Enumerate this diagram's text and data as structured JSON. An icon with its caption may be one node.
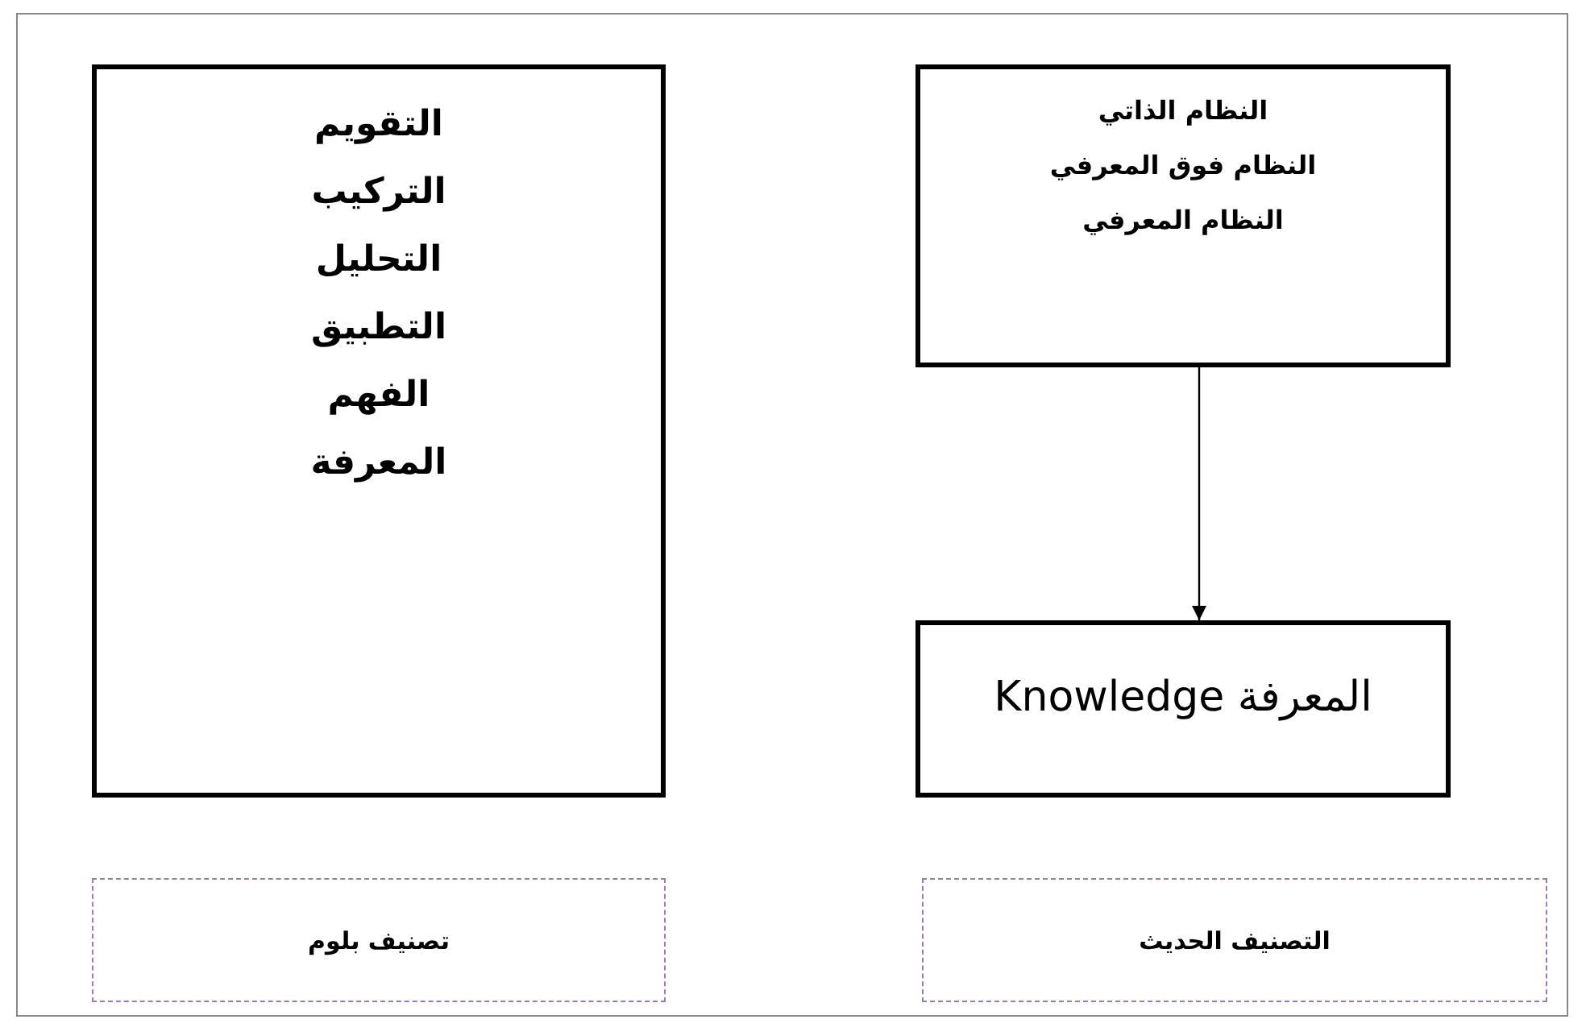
{
  "diagram": {
    "nodes": [
      {
        "text": [
          "التقويم",
          "التركيب",
          "التحليل",
          "التطبيق",
          "الفهم",
          "المعرفة"
        ]
      },
      {
        "text": [
          "النظام الذاتي",
          "النظام فوق المعرفي",
          "النظام المعرفي"
        ]
      },
      {
        "text": [
          "المعرفة Knowledge"
        ]
      },
      {
        "text": [
          "تصنيف بلوم"
        ]
      },
      {
        "text": [
          "التصنيف الحديث"
        ]
      }
    ],
    "edges": [
      {
        "from": 1,
        "to": 2,
        "arrow": "to"
      }
    ]
  }
}
